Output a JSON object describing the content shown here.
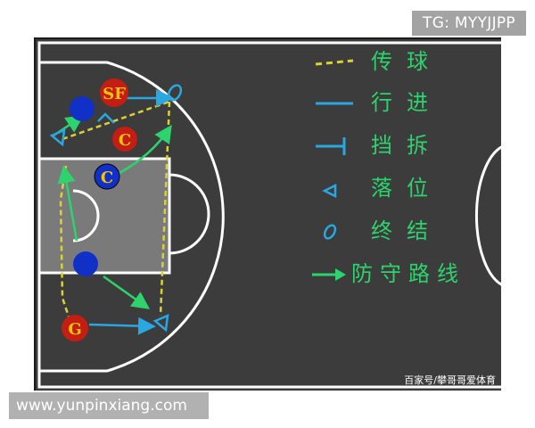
{
  "badges": {
    "telegram": "TG: MYYJJPP",
    "site": "www.yunpinxiang.com",
    "watermark": "百家号/攀哥哥爱体育"
  },
  "legend": [
    {
      "label": "传球",
      "icon": "dashed-line-icon",
      "color": "#d8d23a"
    },
    {
      "label": "行进",
      "icon": "solid-line-icon",
      "color": "#2aa7e0"
    },
    {
      "label": "挡拆",
      "icon": "screen-t-icon",
      "color": "#2aa7e0"
    },
    {
      "label": "落位",
      "icon": "triangle-icon",
      "color": "#2aa7e0"
    },
    {
      "label": "终结",
      "icon": "circle-icon",
      "color": "#2aa7e0"
    },
    {
      "label": "防守路线",
      "icon": "arrow-icon",
      "color": "#2dd36c"
    }
  ],
  "players": [
    {
      "label": "SF",
      "role": "small-forward"
    },
    {
      "label": "C",
      "role": "center-wing"
    },
    {
      "label": "C",
      "role": "center-elbow"
    },
    {
      "label": "G",
      "role": "guard"
    }
  ],
  "colors": {
    "court": "#3c3c3c",
    "paint": "#7a7a7a",
    "lines": "#ffffff",
    "pass": "#d8d23a",
    "move": "#2aa7e0",
    "defense": "#2dd36c",
    "player_red": "#c41d14",
    "player_blue": "#1030c8",
    "label_gold": "#f5c400"
  }
}
